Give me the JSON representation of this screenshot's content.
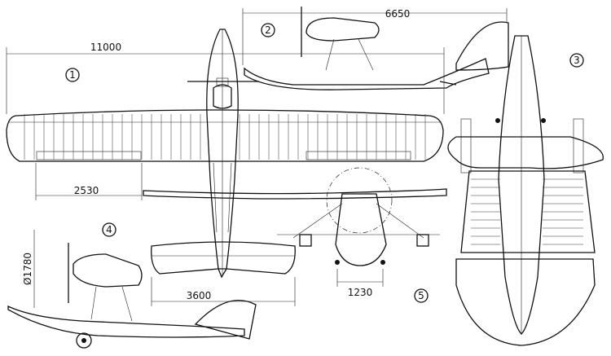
{
  "views": [
    {
      "number": "1"
    },
    {
      "number": "2"
    },
    {
      "number": "3"
    },
    {
      "number": "4"
    },
    {
      "number": "5"
    }
  ],
  "dimensions": {
    "wingspan": "11000",
    "length": "6650",
    "aileron_span": "2530",
    "tailplane_span": "3600",
    "float_track": "1230",
    "propeller_diameter": "Ø1780"
  }
}
